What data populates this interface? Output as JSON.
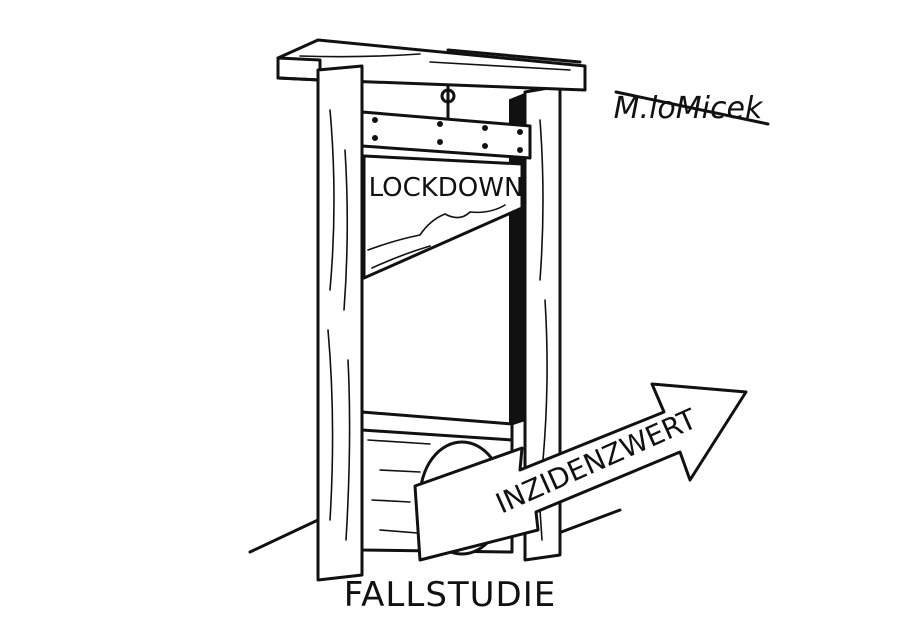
{
  "cartoon": {
    "signature": "M.loMicek",
    "blade_label": "LOCKDOWN",
    "arrow_label": "INZIDENZWERT",
    "caption": "FALLSTUDIE"
  }
}
